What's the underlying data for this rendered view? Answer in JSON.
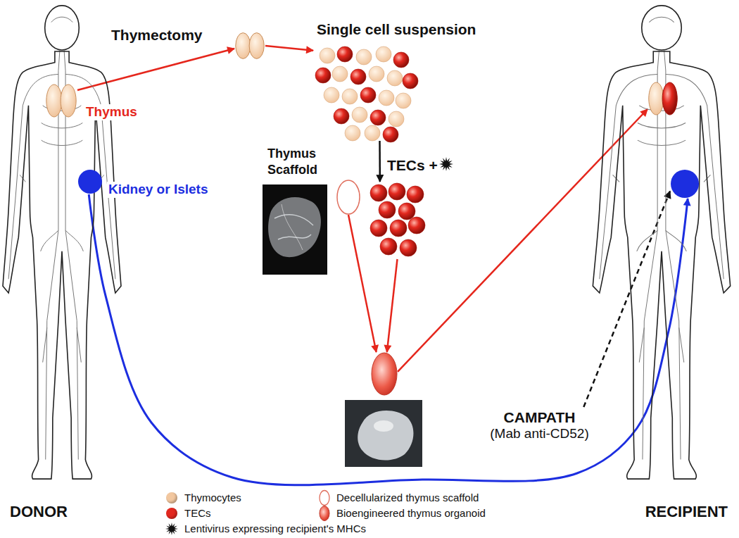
{
  "diagram": {
    "nodes": [
      {
        "text": [
          "DONOR"
        ]
      },
      {
        "text": [
          "Thymus"
        ],
        "in": 0
      },
      {
        "text": [
          "Kidney or Islets"
        ],
        "in": 0
      },
      {
        "text": [
          "Thymectomy"
        ]
      },
      {
        "text": [
          "Single cell suspension"
        ]
      },
      {
        "text": [
          "Thymus Scaffold"
        ]
      },
      {
        "text": [
          "TECs +"
        ]
      },
      {
        "text": []
      },
      {
        "text": [
          "CAMPATH",
          "(Mab anti-CD52)"
        ]
      },
      {
        "text": [
          "RECIPIENT"
        ]
      },
      {
        "text": [],
        "in": 9
      },
      {
        "text": [],
        "in": 9
      }
    ],
    "edges": [
      {
        "from": 1,
        "to": 3,
        "arrow": "to"
      },
      {
        "from": 3,
        "to": 4,
        "arrow": "to"
      },
      {
        "from": 4,
        "to": 6,
        "arrow": "to"
      },
      {
        "from": 5,
        "to": 7,
        "arrow": "to"
      },
      {
        "from": 6,
        "to": 7,
        "arrow": "to"
      },
      {
        "from": 7,
        "to": 10,
        "arrow": "to"
      },
      {
        "from": 2,
        "to": 11,
        "arrow": "to"
      },
      {
        "from": 8,
        "to": 11,
        "arrow": "to"
      }
    ],
    "legend": [
      {
        "text": "Thymocytes",
        "color": "#f2c79f"
      },
      {
        "text": "Decellularized thymus scaffold"
      },
      {
        "text": "TECs",
        "color": "#e3281f"
      },
      {
        "text": "Bioengineered thymus organoid"
      },
      {
        "text": "Lentivirus expressing recipient's MHCs"
      }
    ]
  }
}
